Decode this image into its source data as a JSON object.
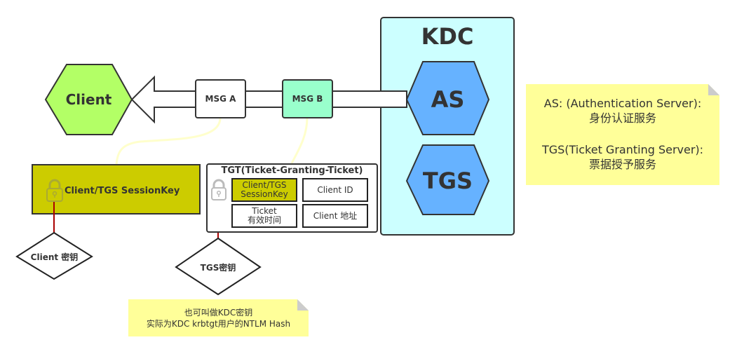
{
  "diagram": {
    "client": {
      "label": "Client",
      "fill": "#b3ff66"
    },
    "kdc": {
      "title": "KDC",
      "fill": "#ccffff",
      "as": {
        "label": "AS",
        "fill": "#66b2ff"
      },
      "tgs": {
        "label": "TGS",
        "fill": "#66b2ff"
      }
    },
    "messages": {
      "msg_a": {
        "label": "MSG A",
        "fill": "#ffffff"
      },
      "msg_b": {
        "label": "MSG B",
        "fill": "#99ffcc"
      }
    },
    "session_key_box": {
      "label": "Client/TGS SessionKey",
      "fill": "#cccc00",
      "lock_icon": "lock-icon"
    },
    "tgt": {
      "title": "TGT(Ticket-Granting-Ticket)",
      "lock_icon": "lock-icon",
      "cells": [
        {
          "line1": "Client/TGS",
          "line2": "SessionKey",
          "fill": "#cccc00"
        },
        {
          "line1": "Client ID",
          "line2": "",
          "fill": "#ffffff"
        },
        {
          "line1": "Ticket",
          "line2": "有效时间",
          "fill": "#ffffff"
        },
        {
          "line1": "Client 地址",
          "line2": "",
          "fill": "#ffffff"
        }
      ]
    },
    "client_key": {
      "label": "Client 密钥"
    },
    "tgs_key": {
      "label": "TGS密钥"
    },
    "notes": {
      "servers": {
        "line1": "AS: (Authentication Server):",
        "line2": "身份认证服务",
        "line3": "TGS(Ticket Granting Server):",
        "line4": "票据授予服务"
      },
      "tgs_key_note": {
        "line1": "也可叫做KDC密钥",
        "line2": "实际为KDC krbtgt用户的NTLM Hash"
      }
    },
    "colors": {
      "stroke": "#333333",
      "key_link": "#aa0000",
      "connector": "#ffffcc",
      "note": "#ffff99"
    }
  }
}
